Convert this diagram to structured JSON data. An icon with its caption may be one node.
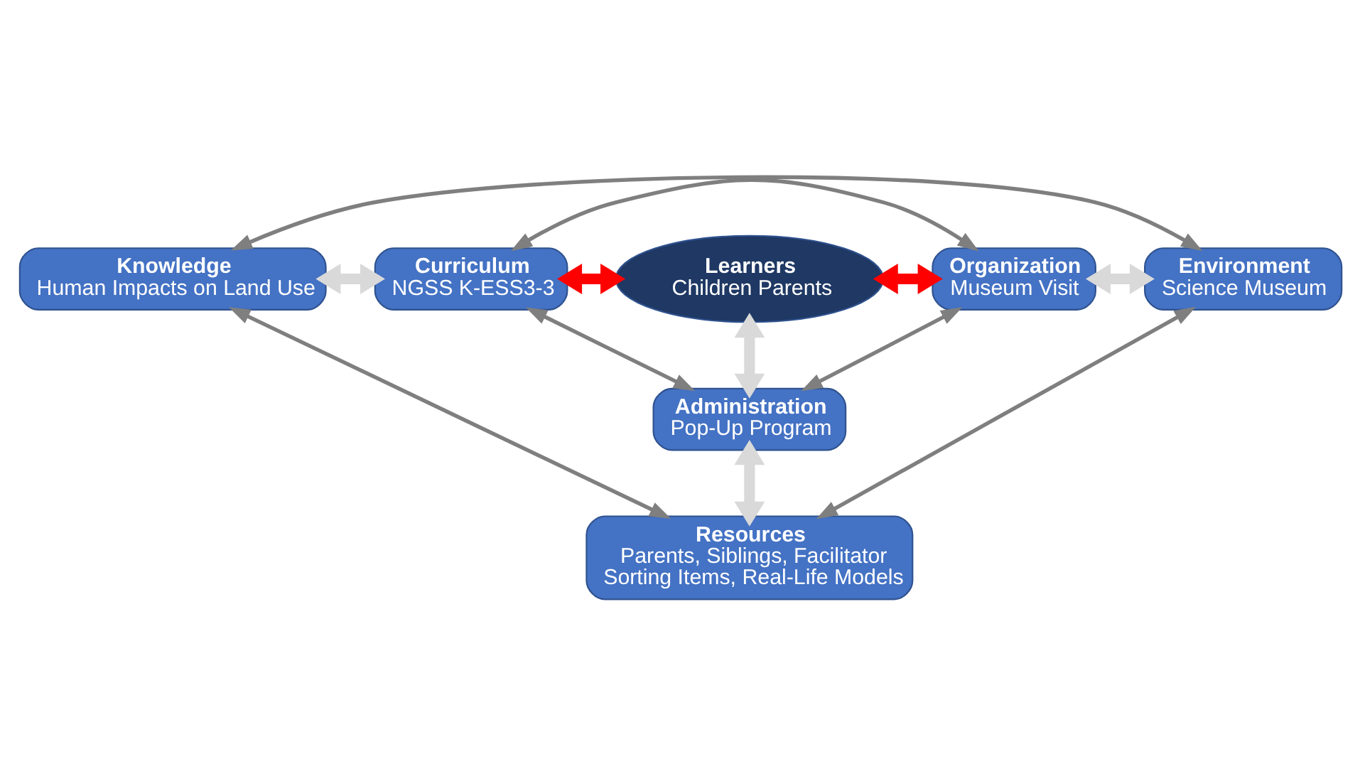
{
  "diagram": {
    "nodes": [
      {
        "text": [
          "Knowledge",
          "Human Impacts on Land Use"
        ]
      },
      {
        "text": [
          "Curriculum",
          "NGSS K-ESS3-3"
        ]
      },
      {
        "text": [
          "Learners",
          "Children Parents"
        ]
      },
      {
        "text": [
          "Organization",
          "Museum Visit"
        ]
      },
      {
        "text": [
          "Environment",
          "Science Museum"
        ]
      },
      {
        "text": [
          "Administration",
          "Pop-Up Program"
        ]
      },
      {
        "text": [
          "Resources",
          "Parents, Siblings, Facilitator",
          "Sorting Items, Real-Life Models"
        ]
      }
    ],
    "edges": [
      {
        "from": 0,
        "to": 1,
        "arrow": "both",
        "style": "thick",
        "color": "#d9d9d9"
      },
      {
        "from": 1,
        "to": 2,
        "arrow": "both",
        "style": "thick",
        "color": "#ff0000"
      },
      {
        "from": 2,
        "to": 3,
        "arrow": "both",
        "style": "thick",
        "color": "#ff0000"
      },
      {
        "from": 3,
        "to": 4,
        "arrow": "both",
        "style": "thick",
        "color": "#d9d9d9"
      },
      {
        "from": 4,
        "to": 0,
        "arrow": "both"
      },
      {
        "from": 1,
        "to": 3,
        "arrow": "both"
      },
      {
        "from": 2,
        "to": 5,
        "arrow": "both",
        "style": "thick",
        "color": "#d9d9d9"
      },
      {
        "from": 1,
        "to": 5,
        "arrow": "both"
      },
      {
        "from": 3,
        "to": 5,
        "arrow": "both"
      },
      {
        "from": 5,
        "to": 6,
        "arrow": "both",
        "style": "thick",
        "color": "#d9d9d9"
      },
      {
        "from": 0,
        "to": 6,
        "arrow": "both"
      },
      {
        "from": 4,
        "to": 6,
        "arrow": "both"
      }
    ]
  }
}
